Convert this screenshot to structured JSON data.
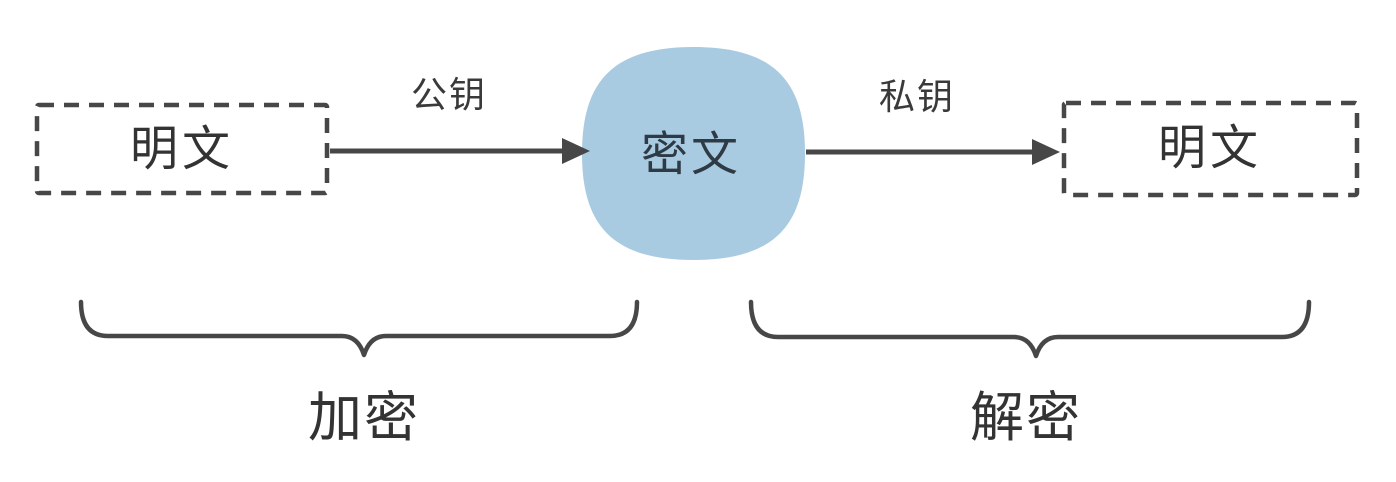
{
  "diagram": {
    "title": "asymmetric-encryption-flow",
    "nodes": {
      "plaintext_left": {
        "label": "明文",
        "style": "dashed-box"
      },
      "ciphertext": {
        "label": "密文",
        "style": "blue-rounded"
      },
      "plaintext_right": {
        "label": "明文",
        "style": "dashed-box"
      }
    },
    "arrows": {
      "encrypt": {
        "label": "公钥",
        "from": "plaintext_left",
        "to": "ciphertext"
      },
      "decrypt": {
        "label": "私钥",
        "from": "ciphertext",
        "to": "plaintext_right"
      }
    },
    "phases": {
      "encryption": {
        "label": "加密"
      },
      "decryption": {
        "label": "解密"
      }
    },
    "colors": {
      "line": "#474747",
      "text": "#333333",
      "node_fill": "#a9cbe2",
      "node_text": "#2e3a44",
      "background": "#ffffff"
    }
  }
}
